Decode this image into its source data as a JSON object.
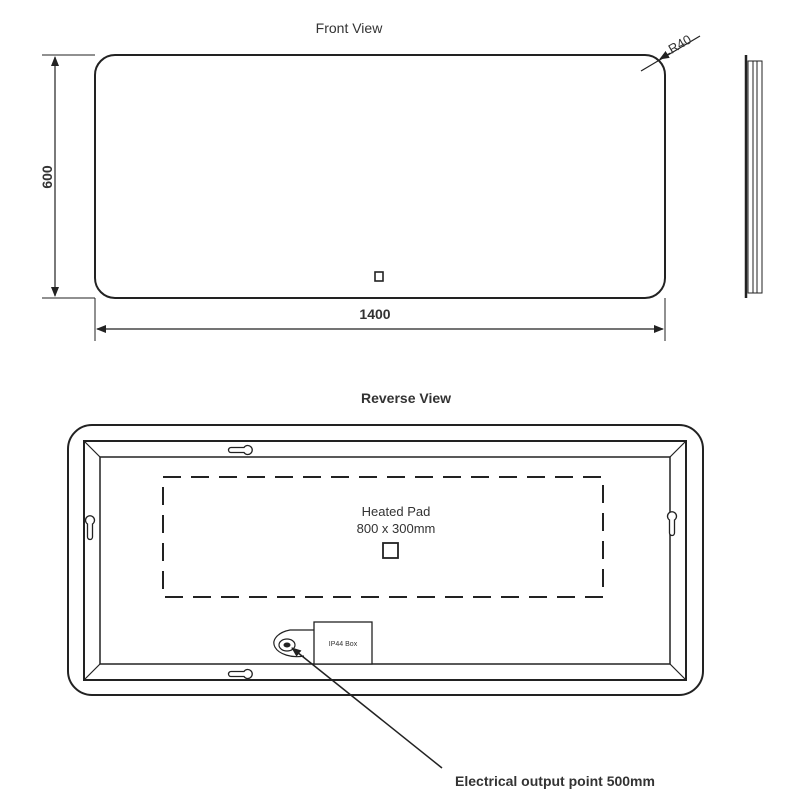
{
  "front_view": {
    "title": "Front View",
    "height_label": "600",
    "width_label": "1400",
    "radius_label": "R40"
  },
  "reverse_view": {
    "title": "Reverse View",
    "heated_pad_label": "Heated Pad",
    "heated_pad_size": "800 x 300mm",
    "ip44_label": "IP44 Box",
    "electrical_label": "Electrical output point 500mm"
  },
  "colors": {
    "line": "#222222"
  }
}
